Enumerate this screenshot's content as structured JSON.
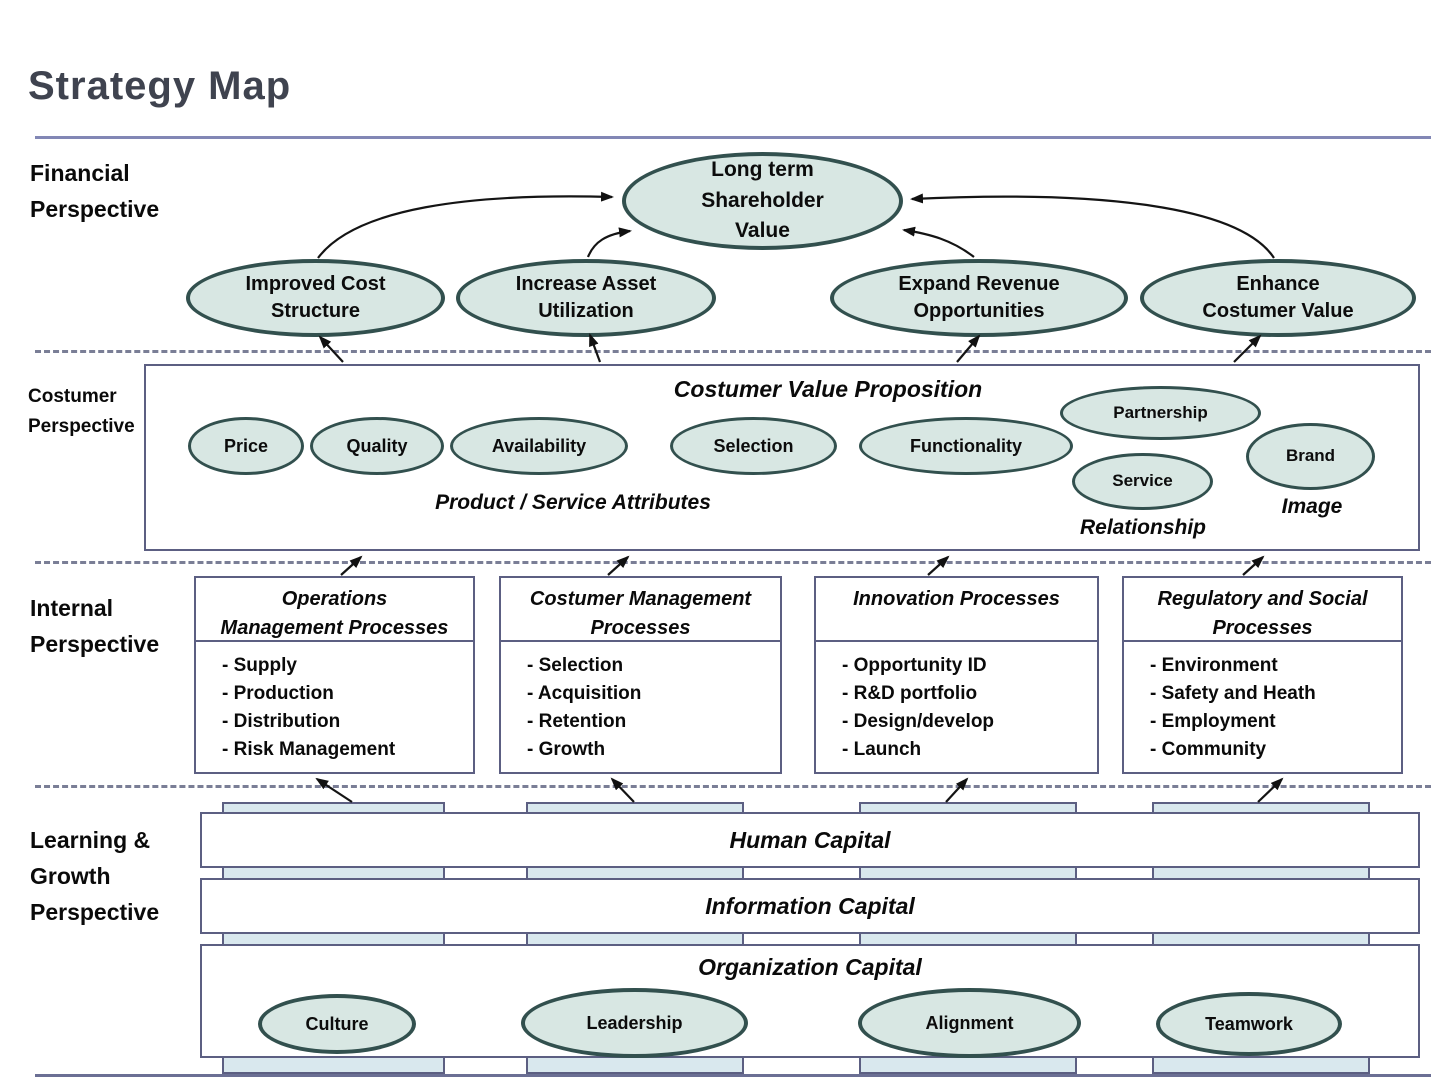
{
  "title": "Strategy Map",
  "labels": {
    "financial": "Financial\nPerspective",
    "customer": "Costumer\nPerspective",
    "internal": "Internal\nPerspective",
    "learning": "Learning &\nGrowth\nPerspective"
  },
  "financial": {
    "top_node": "Long term\nShareholder\nValue",
    "nodes": [
      "Improved Cost\nStructure",
      "Increase Asset\nUtilization",
      "Expand Revenue\nOpportunities",
      "Enhance\nCostumer Value"
    ]
  },
  "customer": {
    "title": "Costumer Value Proposition",
    "attribute_nodes": [
      "Price",
      "Quality",
      "Availability",
      "Selection",
      "Functionality"
    ],
    "relationship_nodes": [
      "Partnership",
      "Service"
    ],
    "image_nodes": [
      "Brand"
    ],
    "attributes_label": "Product / Service Attributes",
    "relationship_label": "Relationship",
    "image_label": "Image"
  },
  "internal": {
    "boxes": [
      {
        "title": "Operations\nManagement Processes",
        "items": [
          "- Supply",
          "- Production",
          "- Distribution",
          "- Risk Management"
        ]
      },
      {
        "title": "Costumer Management\nProcesses",
        "items": [
          "- Selection",
          "- Acquisition",
          "- Retention",
          "- Growth"
        ]
      },
      {
        "title": "Innovation Processes",
        "items": [
          "- Opportunity ID",
          "- R&D portfolio",
          "- Design/develop",
          "- Launch"
        ]
      },
      {
        "title": "Regulatory and Social\nProcesses",
        "items": [
          "- Environment",
          "- Safety and Heath",
          "- Employment",
          "- Community"
        ]
      }
    ]
  },
  "learning": {
    "bars": [
      "Human Capital",
      "Information Capital",
      "Organization Capital"
    ],
    "organization_nodes": [
      "Culture",
      "Leadership",
      "Alignment",
      "Teamwork"
    ]
  },
  "colors": {
    "node_fill": "#d8e7e3",
    "node_border": "#32504e",
    "frame_border": "#5c5f82",
    "column_fill": "#d9e8ee",
    "accent_line": "#8287b5",
    "title_text": "#3f434f"
  }
}
